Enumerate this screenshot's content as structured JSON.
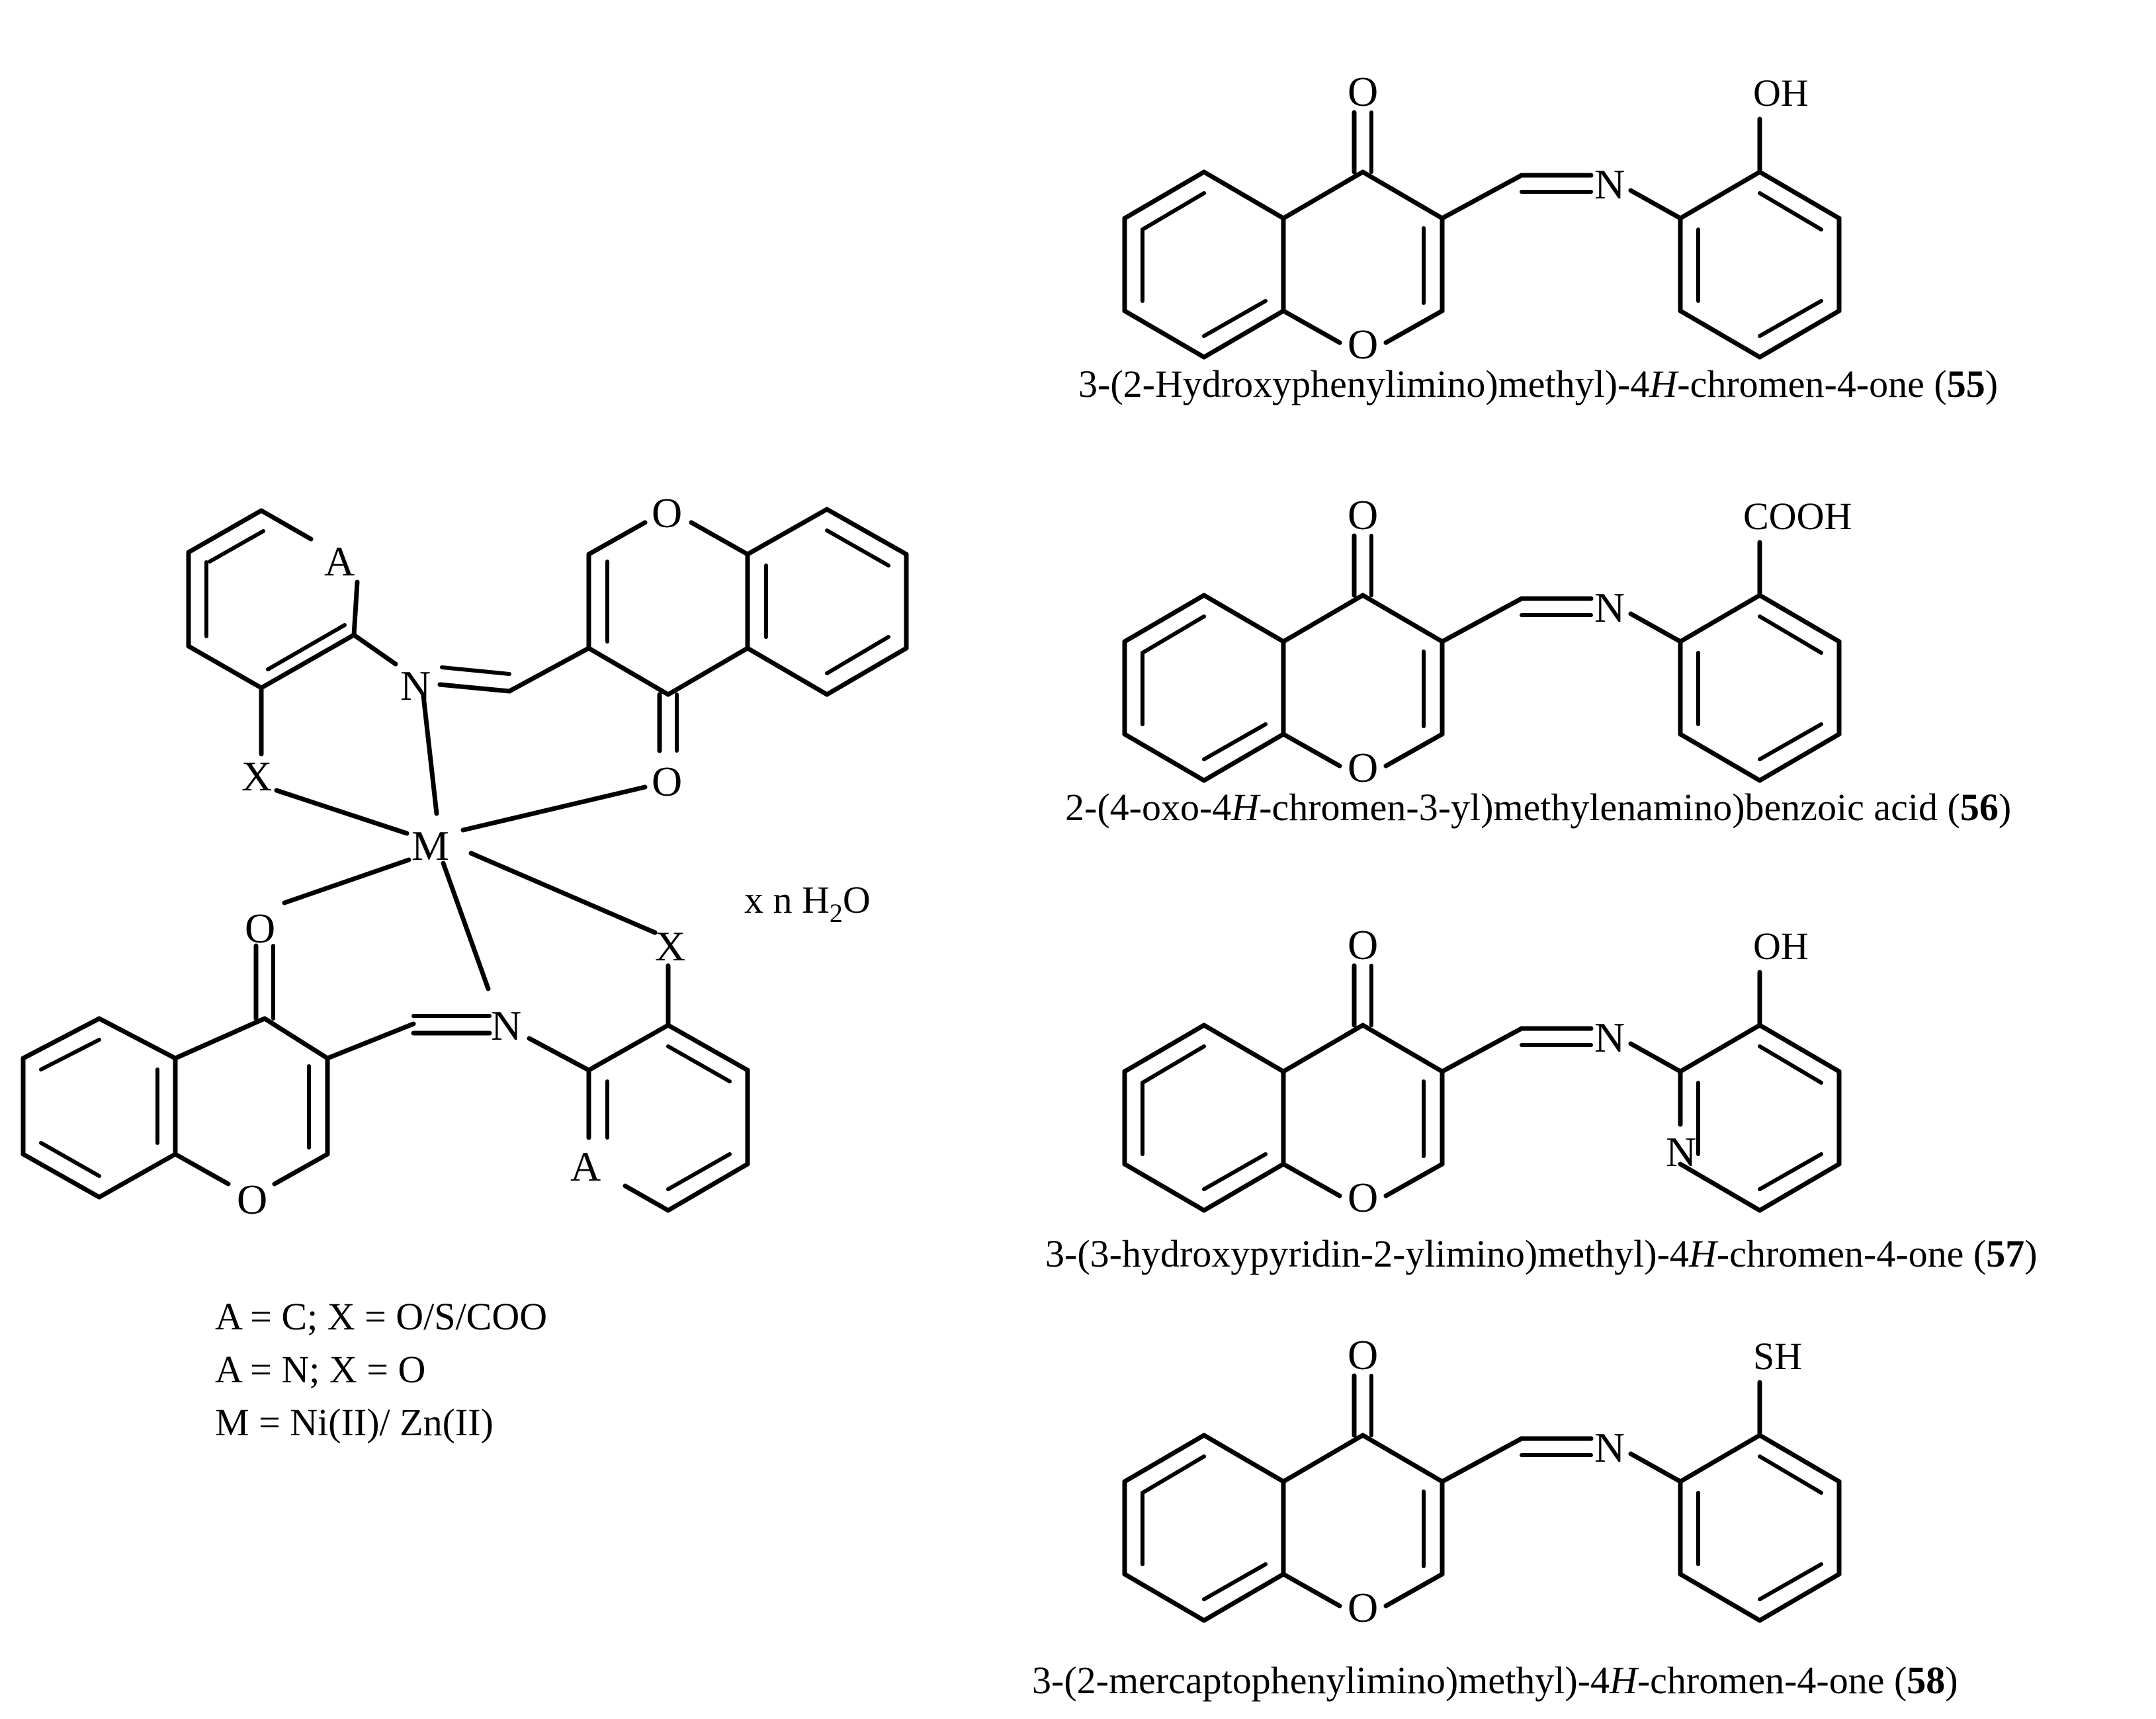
{
  "complex": {
    "atoms": {
      "O": "O",
      "N": "N",
      "A": "A",
      "X": "X",
      "M": "M"
    },
    "hydrate": {
      "prefix": "x n H",
      "sub": "2",
      "suffix": "O"
    },
    "legend": [
      "A = C; X = O/S/COO",
      "A = N; X = O",
      "M = Ni(II)/ Zn(II)"
    ]
  },
  "ligands": [
    {
      "substituent": "OH",
      "ring_n": "",
      "caption": {
        "pre": "3-(2-Hydroxyphenylimino)methyl)-4",
        "ital": "H",
        "post": "-chromen-4-one (",
        "num": "55",
        "close": ")"
      }
    },
    {
      "substituent": "COOH",
      "ring_n": "",
      "caption": {
        "pre": "2-(4-oxo-4",
        "ital": "H",
        "post": "-chromen-3-yl)methylenamino)benzoic acid (",
        "num": "56",
        "close": ")"
      }
    },
    {
      "substituent": "OH",
      "ring_n": "N",
      "caption": {
        "pre": "3-(3-hydroxypyridin-2-ylimino)methyl)-4",
        "ital": "H",
        "post": "-chromen-4-one (",
        "num": "57",
        "close": ")"
      }
    },
    {
      "substituent": "SH",
      "ring_n": "",
      "caption": {
        "pre": "3-(2-mercaptophenylimino)methyl)-4",
        "ital": "H",
        "post": "-chromen-4-one (",
        "num": "58",
        "close": ")"
      }
    }
  ]
}
